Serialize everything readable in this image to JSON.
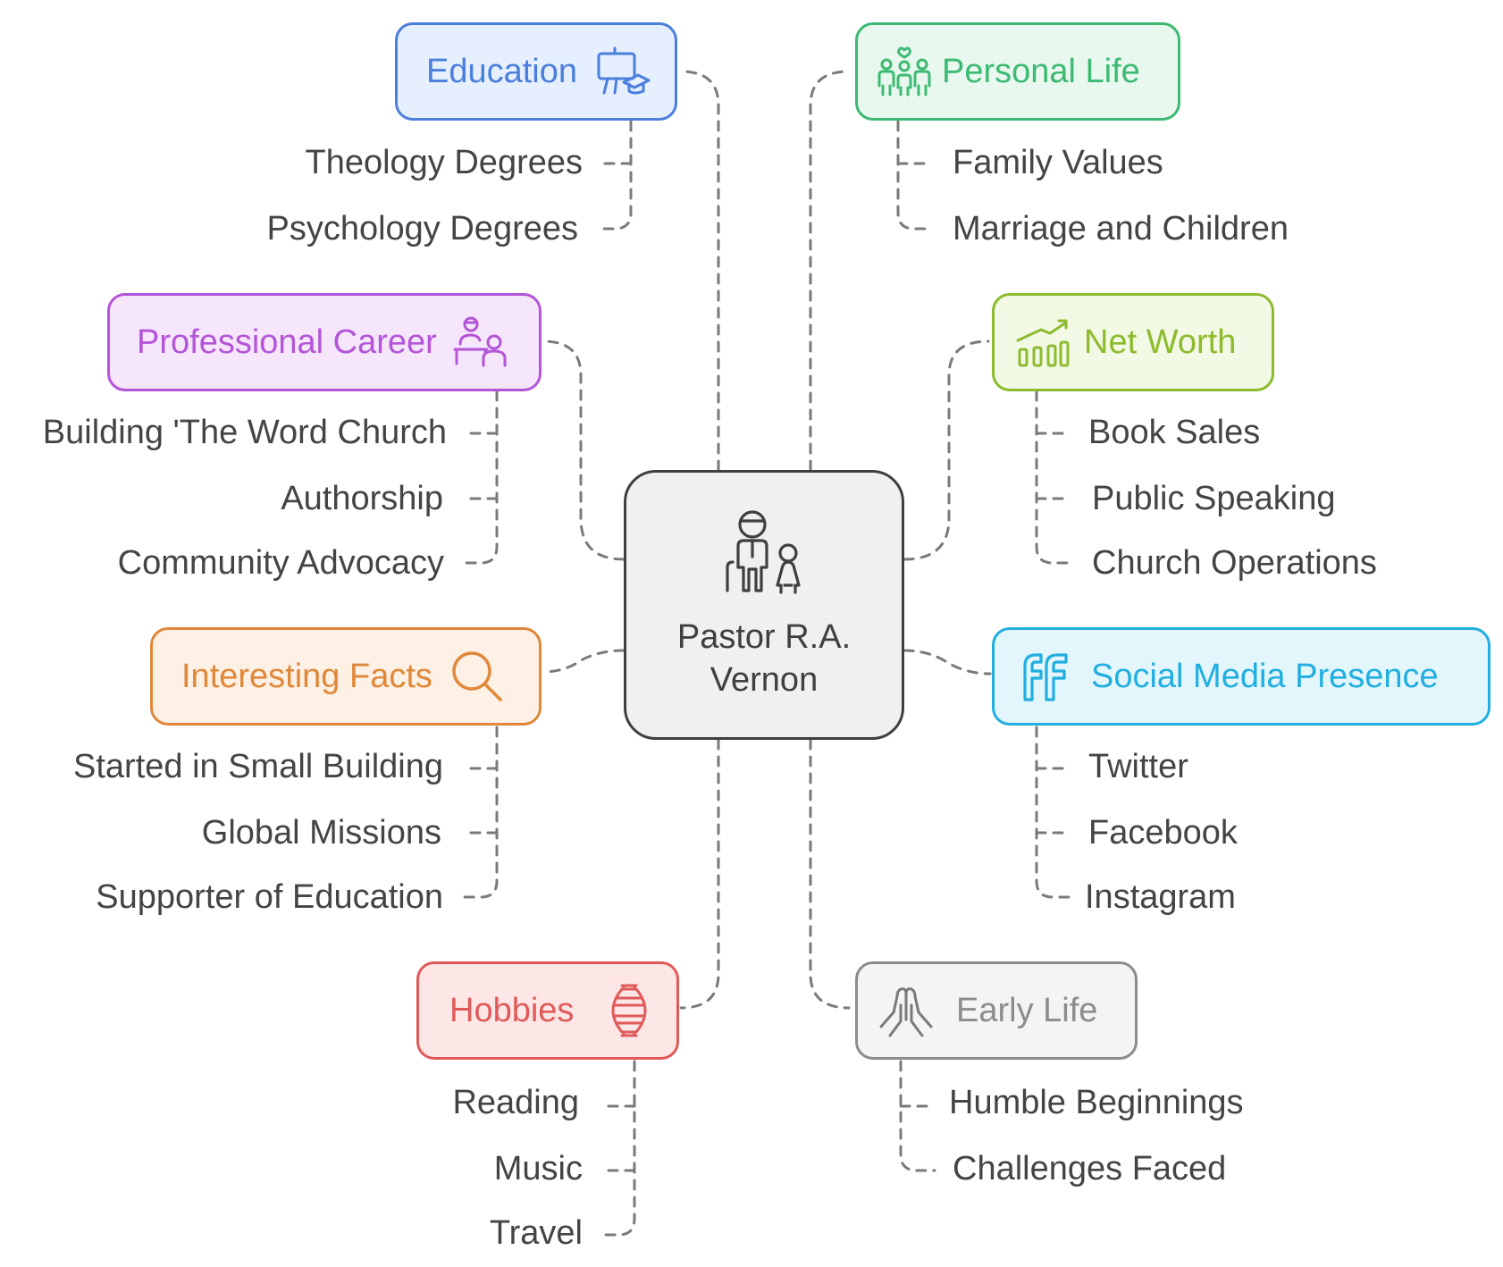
{
  "center": {
    "title": "Pastor R.A. Vernon",
    "icon": "pastor-and-child-icon"
  },
  "branches": [
    {
      "key": "education",
      "title": "Education",
      "icon": "teaching-board-graduation-cap-icon",
      "color": "#4a7fdc",
      "fill": "#e6effd",
      "items": [
        "Theology Degrees",
        "Psychology Degrees"
      ]
    },
    {
      "key": "personal-life",
      "title": "Personal Life",
      "icon": "family-heart-icon",
      "color": "#3cba73",
      "fill": "#e8f8ee",
      "items": [
        "Family Values",
        "Marriage and Children"
      ]
    },
    {
      "key": "professional-career",
      "title": "Professional Career",
      "icon": "counselor-client-icon",
      "color": "#b455d8",
      "fill": "#f5e6fc",
      "items": [
        "Building 'The Word Church",
        "Authorship",
        "Community Advocacy"
      ]
    },
    {
      "key": "net-worth",
      "title": "Net Worth",
      "icon": "growth-chart-icon",
      "color": "#8dbb2e",
      "fill": "#f2f9e4",
      "items": [
        "Book Sales",
        "Public Speaking",
        "Church Operations"
      ]
    },
    {
      "key": "interesting-facts",
      "title": "Interesting Facts",
      "icon": "magnifier-icon",
      "color": "#e0883a",
      "fill": "#fdf0e4",
      "items": [
        "Started in Small Building",
        "Global Missions",
        "Supporter of Education"
      ]
    },
    {
      "key": "social-media",
      "title": "Social Media Presence",
      "icon": "social-ff-icon",
      "color": "#21aee0",
      "fill": "#e3f6fc",
      "items": [
        "Twitter",
        "Facebook",
        "Instagram"
      ]
    },
    {
      "key": "hobbies",
      "title": "Hobbies",
      "icon": "lantern-icon",
      "color": "#e05a5a",
      "fill": "#fde6e6",
      "items": [
        "Reading",
        "Music",
        "Travel"
      ]
    },
    {
      "key": "early-life",
      "title": "Early Life",
      "icon": "praying-hands-icon",
      "color": "#8c8c8c",
      "fill": "#f4f4f4",
      "items": [
        "Humble Beginnings",
        "Challenges Faced"
      ]
    }
  ],
  "connector_color": "#7a7a7a",
  "text_color": "#444444"
}
